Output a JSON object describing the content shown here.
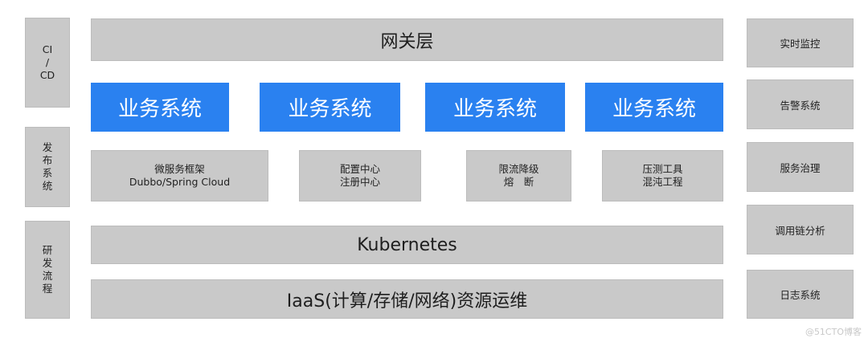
{
  "left_column": [
    {
      "lines": [
        "CI",
        "/",
        "CD"
      ]
    },
    {
      "lines": [
        "发",
        "布",
        "系",
        "统"
      ]
    },
    {
      "lines": [
        "研",
        "发",
        "流",
        "程"
      ]
    }
  ],
  "gateway": "网关层",
  "business_systems": [
    "业务系统",
    "业务系统",
    "业务系统",
    "业务系统"
  ],
  "components": [
    {
      "line1": "微服务框架",
      "line2": "Dubbo/Spring Cloud"
    },
    {
      "line1": "配置中心",
      "line2": "注册中心"
    },
    {
      "line1": "限流降级",
      "line2": "熔　断"
    },
    {
      "line1": "压测工具",
      "line2": "混沌工程"
    }
  ],
  "kubernetes": "Kubernetes",
  "iaas": "IaaS(计算/存储/网络)资源运维",
  "right_column": [
    "实时监控",
    "告警系统",
    "服务治理",
    "调用链分析",
    "日志系统"
  ],
  "watermark": "@51CTO博客"
}
